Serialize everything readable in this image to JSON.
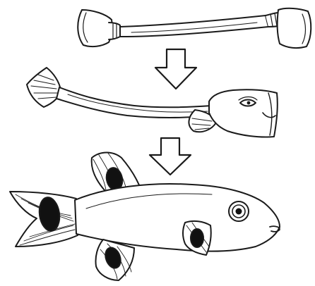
{
  "figure": {
    "panels": [
      {
        "id": "tube",
        "icon": "balloon-tube-icon"
      },
      {
        "id": "tube-with-head",
        "icon": "tube-fish-head-icon"
      },
      {
        "id": "fish",
        "icon": "spotted-fish-icon"
      }
    ],
    "arrows": [
      {
        "icon": "down-arrow-icon"
      },
      {
        "icon": "down-arrow-icon"
      }
    ],
    "colors": {
      "ink": "#1a1a1a",
      "paper": "#ffffff",
      "spot": "#111111"
    }
  }
}
